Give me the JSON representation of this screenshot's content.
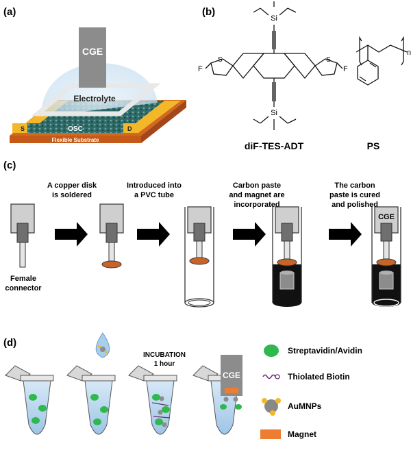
{
  "panels": {
    "a": {
      "label": "(a)",
      "electrode": "CGE",
      "electrolyte": "Electrolyte",
      "source": "S",
      "drain": "D",
      "semiconductor": "OSC",
      "substrate": "Flexible Substrate"
    },
    "b": {
      "label": "(b)",
      "mol1_name": "diF-TES-ADT",
      "mol2_name": "PS",
      "atom_si": "Si",
      "atom_s": "S",
      "atom_f": "F",
      "subscript_n": "n"
    },
    "c": {
      "label": "(c)",
      "step1_line1": "A copper disk",
      "step1_line2": "is soldered",
      "step2_line1": "Introduced into",
      "step2_line2": "a PVC tube",
      "step3_line1": "Carbon paste",
      "step3_line2": "and magnet are",
      "step3_line3": "incorporated",
      "step4_line1": "The carbon",
      "step4_line2": "paste is cured",
      "step4_line3": "and polished",
      "connector_line1": "Female",
      "connector_line2": "connector",
      "final_label": "CGE"
    },
    "d": {
      "label": "(d)",
      "incubation_line1": "INCUBATION",
      "incubation_line2": "1 hour",
      "electrode": "CGE",
      "legend": [
        {
          "label": "Streptavidin/Avidin",
          "icon": "streptavidin-icon",
          "color": "#2fb84e"
        },
        {
          "label": "Thiolated Biotin",
          "icon": "biotin-icon",
          "color": "#6e2a72"
        },
        {
          "label": "AuMNPs",
          "icon": "aumnp-icon",
          "color": "#888888"
        },
        {
          "label": "Magnet",
          "icon": "magnet-icon",
          "color": "#ec7d31"
        }
      ]
    }
  },
  "colors": {
    "copper": "#c8642a",
    "gold": "#f3b82a",
    "green": "#2fb84e",
    "liquid": "#b9d6ee",
    "electrode_gray": "#8c8c8c",
    "magnet_orange": "#ec7d31"
  }
}
